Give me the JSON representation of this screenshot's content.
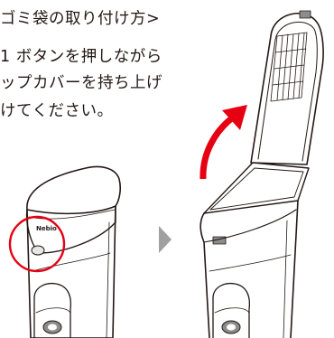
{
  "instructions": {
    "title": "ゴミ袋の取り付け方>",
    "step_line1": "1 ボタンを押しながら",
    "step_line2": "ップカバーを持ち上げ",
    "step_line3": "けてください。"
  },
  "product": {
    "brand_logo": "Nebio"
  },
  "colors": {
    "text": "#231815",
    "accent_red": "#e60012",
    "next_arrow": "#a0a0a0",
    "outline": "#231815"
  },
  "icons": {
    "next": "triangle-right-icon",
    "open_direction": "curved-arrow-up-right-icon"
  }
}
